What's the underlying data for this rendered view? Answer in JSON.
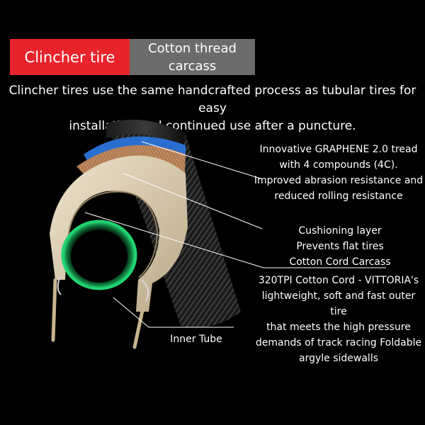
{
  "header": {
    "tag_primary": "Clincher tire",
    "tag_secondary_line1": "Cotton thread",
    "tag_secondary_line2": "carcass"
  },
  "intro": {
    "line1": "Clincher tires use the same handcrafted process as tubular tires for easy",
    "line2": "installation and continued use after a puncture."
  },
  "callouts": {
    "tread": [
      "Innovative GRAPHENE 2.0 tread",
      "with 4 compounds (4C).",
      "Improved abrasion resistance and",
      "reduced rolling resistance"
    ],
    "cushion": [
      "Cushioning layer",
      "Prevents flat tires",
      "Cotton Cord Carcass"
    ],
    "casing": [
      "320TPI Cotton Cord - VITTORIA's",
      "lightweight, soft and fast outer tire",
      "that meets the high pressure",
      "demands of track racing Foldable",
      "argyle sidewalls"
    ],
    "inner_tube": "Inner Tube"
  },
  "colors": {
    "tag_red": "#e8232b",
    "tag_gray": "#6b6b6b",
    "tube_green": "#1fd16a",
    "tread_blue": "#2a6fd0"
  }
}
